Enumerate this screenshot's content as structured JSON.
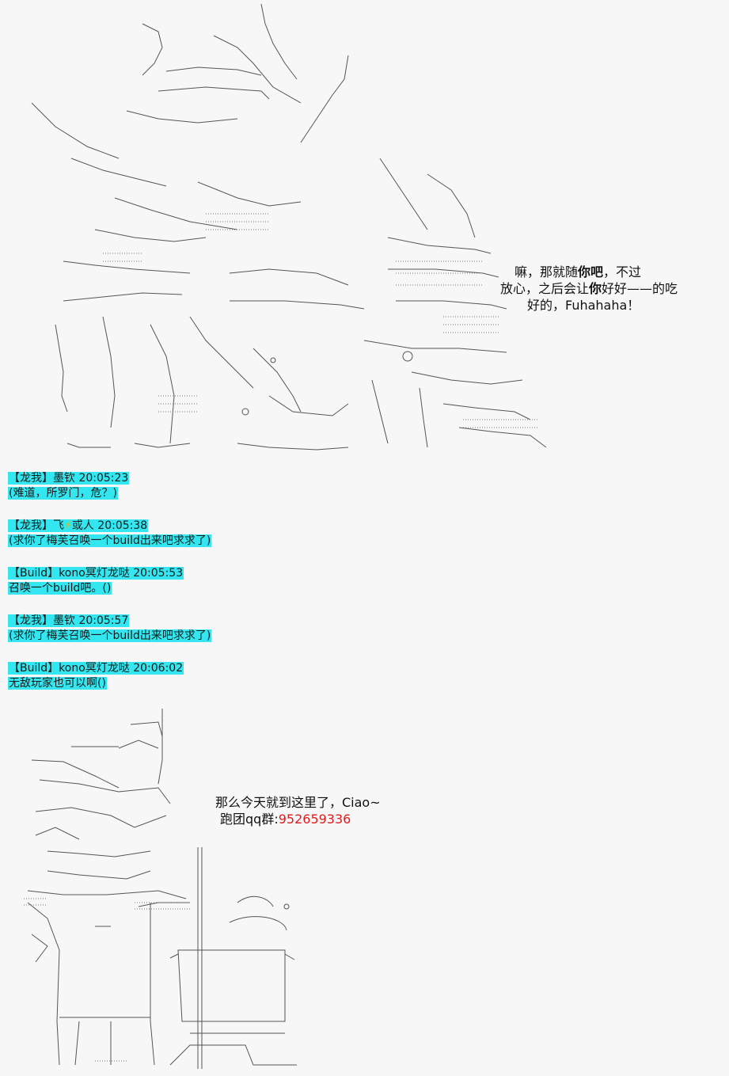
{
  "speech_top": {
    "line1_pre": "嘛，那就随",
    "line1_bold": "你吧",
    "line1_post": "，不过",
    "line2_pre": "放心，之后会让",
    "line2_bold": "你",
    "line2_post": "好好——的吃",
    "line3": "好的，Fuhahaha！"
  },
  "chat_log": [
    {
      "tag": "【龙我】",
      "user": "墨钦",
      "time": "20:05:23",
      "message": "(难道，所罗门，危？)",
      "message_highlighted": true
    },
    {
      "tag": "【龙我】",
      "user_pre": "飞",
      "icon": "lightning-icon",
      "user_post": "或人",
      "time": "20:05:38",
      "message": "(求你了梅芙召唤一个build出来吧求求了)",
      "message_highlighted": true
    },
    {
      "tag": "【Build】",
      "user": "kono冥灯龙哒",
      "time": "20:05:53",
      "message": "召唤一个build吧。()",
      "message_highlighted": true
    },
    {
      "tag": "【龙我】",
      "user": "墨钦",
      "time": "20:05:57",
      "message": "(求你了梅芙召唤一个build出来吧求求了)",
      "message_highlighted": true
    },
    {
      "tag": "【Build】",
      "user": "kono冥灯龙哒",
      "time": "20:06:02",
      "message": "无敌玩家也可以啊()",
      "message_highlighted": true
    }
  ],
  "speech_bottom": {
    "line1": "那么今天就到这里了，Ciao~",
    "line2_label": "跑团qq群:",
    "qq_number": "952659336"
  },
  "colors": {
    "highlight": "#33e6ef",
    "qq_number": "#e01a1a",
    "background": "#f7f7f8"
  }
}
